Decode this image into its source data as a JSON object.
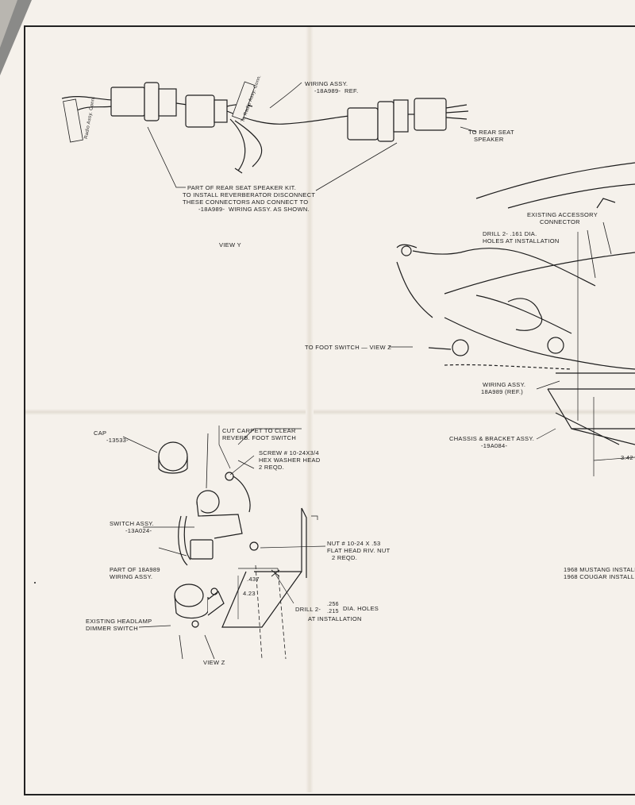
{
  "labels": {
    "wiring_assy_ref_1": "WIRING ASSY.",
    "wiring_assy_ref_2": "-18A989-  REF.",
    "to_rear_seat_1": "TO REAR SEAT",
    "to_rear_seat_2": "SPEAKER",
    "radio_assy_conn": "Radio Assy. Conn.",
    "radio_assy_conn_2": "To Radio Assy. Conn.",
    "part_of_kit_1": "PART OF REAR SEAT SPEAKER KIT.",
    "part_of_kit_2": "TO INSTALL REVERBERATOR DISCONNECT",
    "part_of_kit_3": "THESE CONNECTORS AND CONNECT TO",
    "part_of_kit_4": "-18A989-  WIRING ASSY. AS SHOWN.",
    "view_y": "VIEW Y",
    "existing_accessory_1": "EXISTING ACCESSORY",
    "existing_accessory_2": "CONNECTOR",
    "drill_161_1": "DRILL 2- .161 DIA.",
    "drill_161_2": "HOLES AT INSTALLATION",
    "to_foot_switch": "TO FOOT SWITCH — VIEW Z",
    "wiring_assy_2_1": "WIRING ASSY.",
    "wiring_assy_2_2": "18A989 (REF.)",
    "chassis_bracket_1": "CHASSIS & BRACKET ASSY.",
    "chassis_bracket_2": "-19A084-",
    "dim_342": "3.42",
    "cap_1": "CAP",
    "cap_2": "-13533-",
    "cut_carpet_1": "CUT CARPET TO CLEAR",
    "cut_carpet_2": "REVERB. FOOT SWITCH",
    "screw_1": "SCREW # 10-24x3/4",
    "screw_2": "HEX WASHER HEAD",
    "screw_3": "2 REQD.",
    "switch_assy_1": "SWITCH ASSY.",
    "switch_assy_2": "-13A024-",
    "nut_1": "NUT # 10-24 x .53",
    "nut_2": "FLAT HEAD RIV. NUT",
    "nut_3": "2 REQD.",
    "part_of_18a989_1": "PART OF 18A989",
    "part_of_18a989_2": "WIRING ASSY.",
    "dim_437": ".437",
    "dim_423": "4.23",
    "drill_256_prefix": "DRILL 2-",
    "drill_256_num": ".256",
    "drill_256_den": ".215",
    "drill_256_suffix": "DIA. HOLES",
    "drill_256_2": "AT INSTALLATION",
    "existing_headlamp_1": "EXISTING HEADLAMP",
    "existing_headlamp_2": "DIMMER SWITCH",
    "view_z": "VIEW Z",
    "title_1": "1968 MUSTANG INSTALL",
    "title_2": "1968 COUGAR INSTALL"
  }
}
